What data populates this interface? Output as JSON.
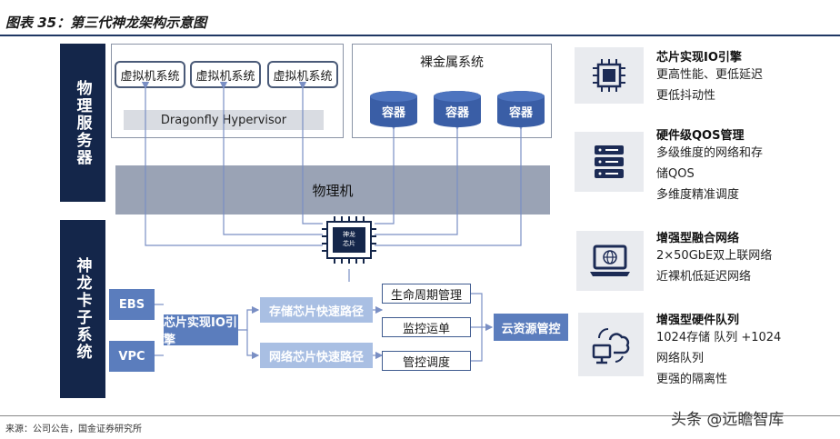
{
  "title": "图表 35：第三代神龙架构示意图",
  "sections": {
    "physical_server": "物理服务器",
    "shenlong_card": "神龙卡子系统"
  },
  "virtualization": {
    "vms": [
      "虚拟机系统",
      "虚拟机系统",
      "虚拟机系统"
    ],
    "hypervisor": "Dragonfly Hypervisor"
  },
  "bare_metal": {
    "title": "裸金属系统",
    "containers": [
      "容器",
      "容器",
      "容器"
    ]
  },
  "physical_machine": "物理机",
  "chip_label": "神龙\n芯片",
  "card": {
    "inputs": [
      "EBS",
      "VPC"
    ],
    "io_engine": "芯片实现IO引擎",
    "paths": [
      "存储芯片快速路径",
      "网络芯片快速路径"
    ],
    "management": [
      "生命周期管理",
      "监控运单",
      "管控调度"
    ],
    "cloud_control": "云资源管控"
  },
  "features": [
    {
      "icon": "chip-icon",
      "title": "芯片实现IO引擎",
      "lines": [
        "更高性能、更低延迟",
        "更低抖动性"
      ]
    },
    {
      "icon": "server-icon",
      "title": "硬件级QOS管理",
      "lines": [
        "多级维度的网络和存",
        "储QOS",
        "多维度精准调度"
      ]
    },
    {
      "icon": "laptop-network-icon",
      "title": "增强型融合网络",
      "lines": [
        "2×50GbE双上联网络",
        "近裸机低延迟网络"
      ]
    },
    {
      "icon": "cloud-sync-icon",
      "title": "增强型硬件队列",
      "lines": [
        "1024存储 队列 +1024",
        "网络队列",
        "更强的隔离性"
      ]
    }
  ],
  "source": "来源：公司公告，国金证券研究所",
  "watermark": "头条 @远瞻智库",
  "colors": {
    "navy": "#14264a",
    "blue": "#5b7dbd",
    "light_blue": "#a9bfe3",
    "gray": "#9aa3b5"
  }
}
